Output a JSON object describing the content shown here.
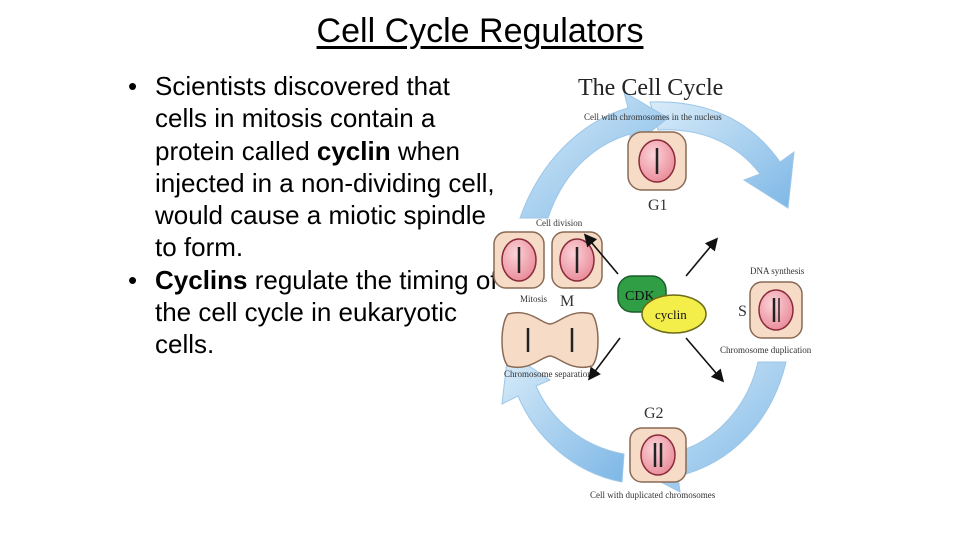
{
  "slide": {
    "title": "Cell Cycle Regulators",
    "bullets": [
      {
        "parts": [
          {
            "text": "Scientists discovered that cells in mitosis contain a protein called ",
            "bold": false
          },
          {
            "text": "cyclin",
            "bold": true
          },
          {
            "text": " when injected in a non-dividing cell, would cause a miotic spindle to form.",
            "bold": false
          }
        ]
      },
      {
        "parts": [
          {
            "text": "Cyclins",
            "bold": true
          },
          {
            "text": " regulate the timing of the cell cycle in eukaryotic cells.",
            "bold": false
          }
        ]
      }
    ]
  },
  "diagram": {
    "title": "The Cell Cycle",
    "labels": {
      "top_cell": "Cell with chromosomes in the nucleus",
      "g1": "G1",
      "cell_division": "Cell division",
      "dna_synthesis": "DNA synthesis",
      "s": "S",
      "mitosis": "Mitosis",
      "m": "M",
      "chromosome_duplication": "Chromosome duplication",
      "chromosome_separation": "Chromosome separation",
      "g2": "G2",
      "bottom_cell": "Cell with duplicated chromosomes",
      "cdk": "CDK",
      "cyclin": "cyclin"
    },
    "colors": {
      "cell_fill": "#f6dcc6",
      "nucleus_fill": "#f4a6b2",
      "arrow_blue": "#8ec3ea",
      "cdk_green": "#2f9e44",
      "cyclin_yellow": "#f3ee4a"
    }
  }
}
